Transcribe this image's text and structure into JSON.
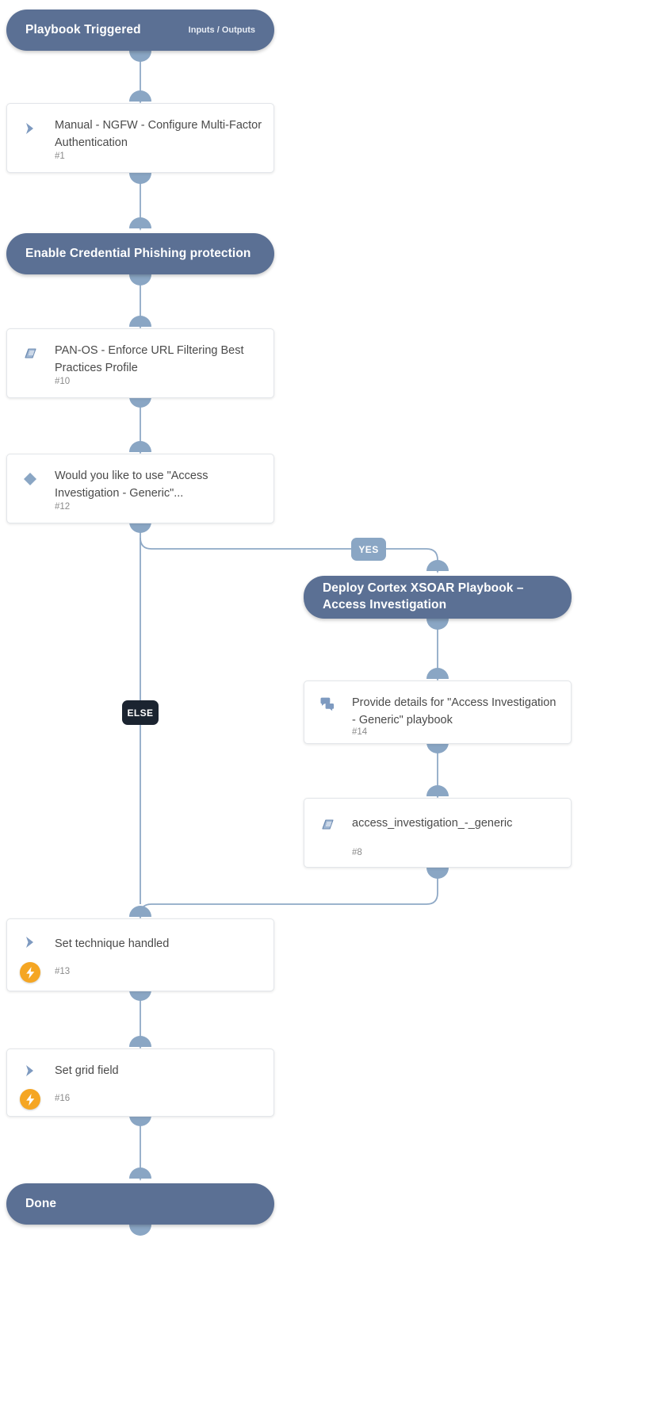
{
  "diagram": {
    "title": "Playbook workflow",
    "colors": {
      "pill": "#5b7094",
      "connector": "#8fa9c6",
      "port": "#8aa6c4",
      "icon": "#7e9ac0",
      "yes_badge": "#8aa6c4",
      "else_badge": "#1b2430",
      "bolt_badge": "#f5a623",
      "card_background": "#ffffff",
      "text": "#4a4a4a",
      "muted_text": "#8a8a8a"
    }
  },
  "nodes": {
    "start": {
      "title": "Playbook Triggered",
      "meta": "Inputs / Outputs",
      "type": "section-start"
    },
    "task_1": {
      "title": "Manual - NGFW - Configure Multi-Factor Authentication",
      "id": "#1",
      "icon": "chevron-right-icon",
      "type": "manual-task"
    },
    "section_credential": {
      "title": "Enable Credential Phishing protection",
      "type": "section-header"
    },
    "task_10": {
      "title": "PAN-OS - Enforce URL Filtering Best Practices Profile",
      "id": "#10",
      "icon": "book-icon",
      "type": "playbook-task"
    },
    "task_12": {
      "title": "Would you like to use \"Access Investigation - Generic\"...",
      "id": "#12",
      "icon": "diamond-icon",
      "type": "condition-task"
    },
    "section_deploy": {
      "title": "Deploy Cortex XSOAR Playbook – Access Investigation",
      "type": "section-header"
    },
    "task_14": {
      "title": "Provide details for \"Access Investigation - Generic\" playbook",
      "id": "#14",
      "icon": "chat-bubble-icon",
      "type": "data-collection-task"
    },
    "task_8": {
      "title": "access_investigation_-_generic",
      "id": "#8",
      "icon": "book-icon",
      "type": "playbook-task"
    },
    "task_13": {
      "title": "Set technique handled",
      "id": "#13",
      "icon": "chevron-right-icon",
      "badge": "bolt-icon",
      "type": "automation-task"
    },
    "task_16": {
      "title": "Set grid field",
      "id": "#16",
      "icon": "chevron-right-icon",
      "badge": "bolt-icon",
      "type": "automation-task"
    },
    "done": {
      "title": "Done",
      "type": "section-end"
    }
  },
  "branches": {
    "yes_label": "YES",
    "else_label": "ELSE"
  }
}
